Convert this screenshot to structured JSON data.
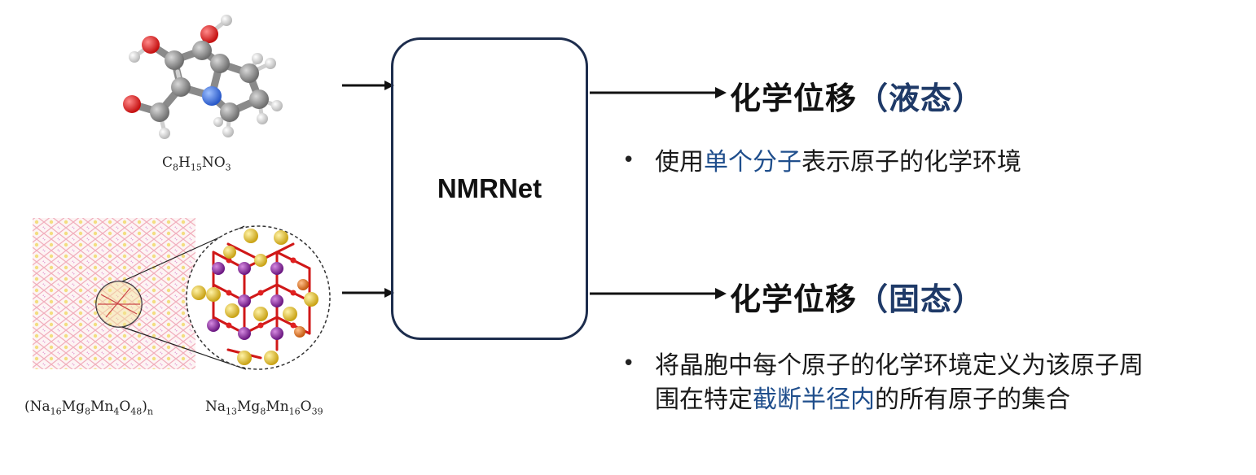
{
  "model": {
    "label": "NMRNet"
  },
  "inputs": {
    "molecule": {
      "c": "C",
      "c_n": "8",
      "h": "H",
      "h_n": "15",
      "no": "NO",
      "o_n": "3"
    },
    "crystal_bulk": {
      "open": "(Na",
      "na_n": "16",
      "mg": "Mg",
      "mg_n": "8",
      "mn": "Mn",
      "mn_n": "4",
      "o": "O",
      "o_n": "48",
      "close": ")",
      "n": "n"
    },
    "crystal_cell": {
      "na": "Na",
      "na_n": "13",
      "mg": "Mg",
      "mg_n": "8",
      "mn": "Mn",
      "mn_n": "16",
      "o": "O",
      "o_n": "39"
    }
  },
  "outputs": [
    {
      "title_main": "化学位移",
      "title_paren": "（液态）",
      "bullet": "•",
      "text": {
        "pre": "使用",
        "highlight": "单个分子",
        "post": "表示原子的化学环境"
      }
    },
    {
      "title_main": "化学位移",
      "title_paren": "（固态）",
      "bullet": "•",
      "text": {
        "line1": "将晶胞中每个原子的化学环境定义为该原子周",
        "line2_pre": "围在特定",
        "highlight": "截断半径内",
        "line2_post": "的所有原子的集合"
      }
    }
  ],
  "colors": {
    "box_border": "#1d2d4d",
    "highlight": "#1f4e8c",
    "paren": "#1f3a68",
    "oxygen": "#e01b1b",
    "nitrogen": "#3b6fe0",
    "carbon": "#8c8c8c",
    "hydrogen": "#f2f2f2",
    "sodium": "#e8c93a",
    "manganese": "#8e2ba0",
    "magnesium": "#e07a25"
  }
}
